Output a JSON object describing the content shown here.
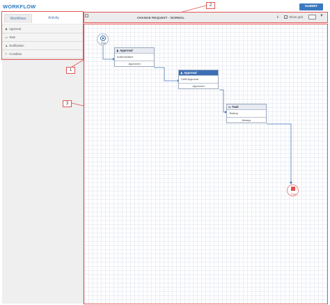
{
  "app": {
    "title": "WORKFLOW",
    "submit_label": "SUBMIT"
  },
  "left_panel": {
    "tabs": [
      {
        "label": "Workflows",
        "active": true
      },
      {
        "label": "Activity",
        "active": false
      }
    ],
    "palette": [
      {
        "icon": "user-icon",
        "glyph": "👤",
        "label": "Approval"
      },
      {
        "icon": "task-icon",
        "glyph": "▭",
        "label": "Task"
      },
      {
        "icon": "bell-icon",
        "glyph": "🔔",
        "label": "Notification"
      },
      {
        "icon": "question-icon",
        "glyph": "?",
        "label": "Condition"
      }
    ]
  },
  "toolbar": {
    "title": "CHANGE REQUEST - NORMAL",
    "info_glyph": "i",
    "show_grid_checked": true,
    "show_grid_label": "Show grid",
    "filter_glyph": "⏷"
  },
  "workflow": {
    "start_label": "Start",
    "end_label": "End",
    "nodes": [
      {
        "type": "Approval",
        "body": "Authorization",
        "footer": "Approved",
        "selected": false,
        "icon": "user-icon"
      },
      {
        "type": "Approval",
        "body": "CAB Approval",
        "footer": "Approved",
        "selected": true,
        "icon": "user-icon"
      },
      {
        "type": "Task",
        "body": "Testing",
        "footer": "Always",
        "selected": false,
        "icon": "task-icon"
      }
    ]
  },
  "callouts": [
    "1",
    "2",
    "3"
  ],
  "colors": {
    "accent": "#3a78c0",
    "callout": "#e05555",
    "selected_header": "#3d6fb6",
    "end": "#e05050"
  }
}
